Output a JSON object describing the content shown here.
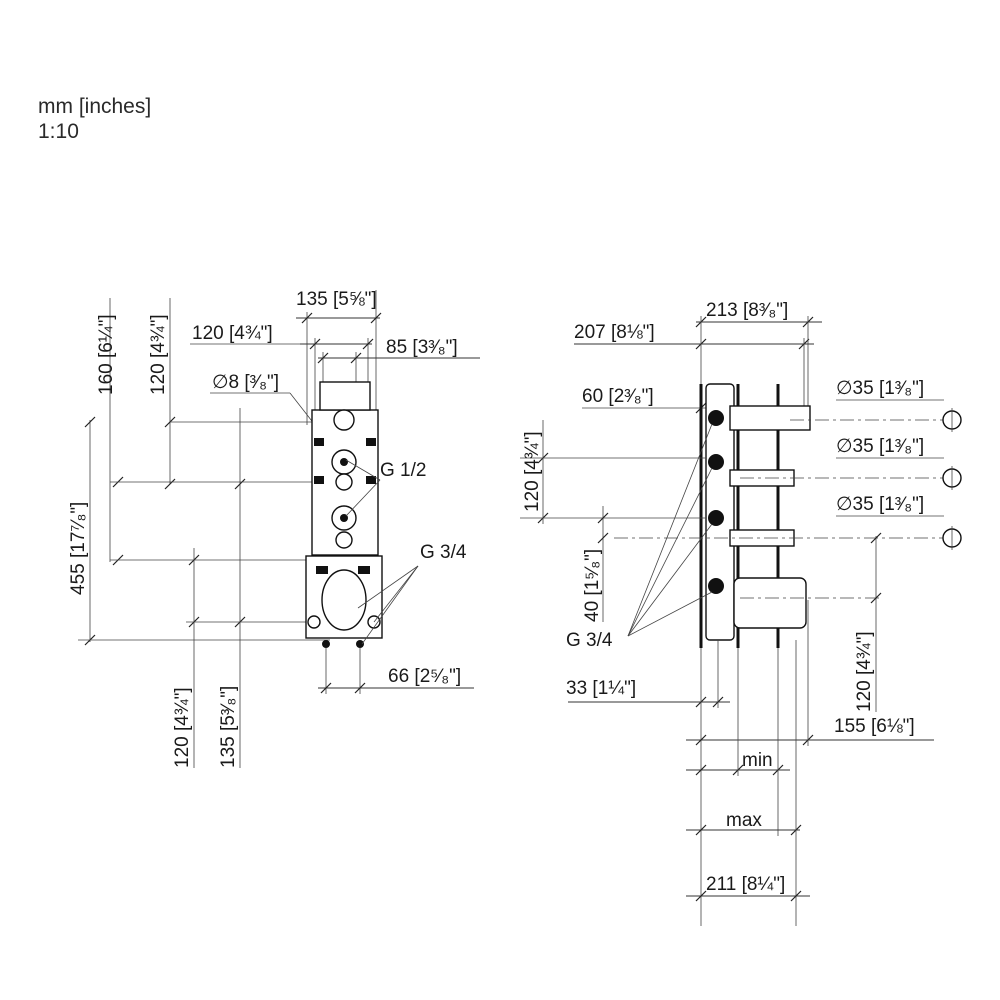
{
  "legend": {
    "units": "mm [inches]",
    "scale": "1:10"
  },
  "front_view": {
    "dim_width_total": "135 [5⅝\"]",
    "dim_width_120": "120 [4¾\"]",
    "dim_width_85": "85 [3³⁄₈\"]",
    "dim_hole_dia": "∅8 [³⁄₈\"]",
    "thread_g12": "G 1/2",
    "thread_g34": "G 3/4",
    "dim_66": "66 [2⁵⁄₈\"]",
    "dim_v_160": "160 [6¼\"]",
    "dim_v_120_top": "120 [4¾\"]",
    "dim_v_455": "455 [17⁷⁄₈\"]",
    "dim_v_120_bottom": "120 [4¾\"]",
    "dim_v_135": "135 [5³⁄₈\"]"
  },
  "side_view": {
    "dim_213": "213 [8³⁄₈\"]",
    "dim_207": "207 [8⅛\"]",
    "dim_60": "60 [2³⁄₈\"]",
    "dim_dia_1": "∅35 [1³⁄₈\"]",
    "dim_dia_2": "∅35 [1³⁄₈\"]",
    "dim_dia_3": "∅35 [1³⁄₈\"]",
    "dim_v_120_left": "120 [4¾\"]",
    "dim_v_40": "40 [1⁵⁄₈\"]",
    "thread_g34": "G 3/4",
    "dim_33": "33 [1¼\"]",
    "dim_v_120_right": "120 [4¾\"]",
    "dim_155": "155 [6⅛\"]",
    "label_min": "min",
    "label_max": "max",
    "dim_211": "211 [8¼\"]"
  }
}
